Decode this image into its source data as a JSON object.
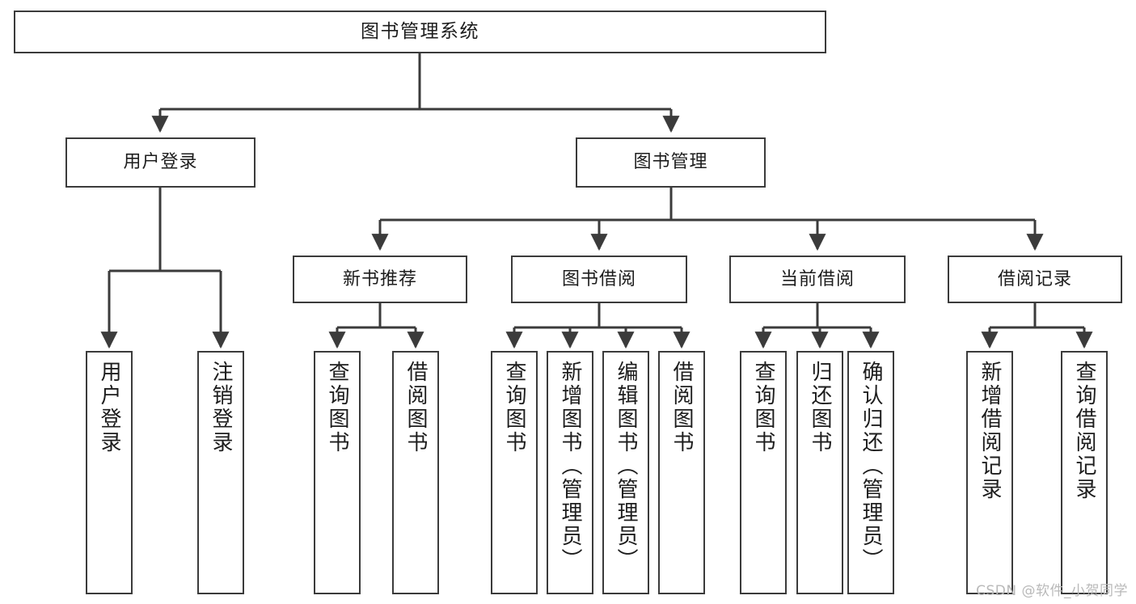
{
  "diagram": {
    "title": "图书管理系统",
    "type": "hierarchy-tree",
    "watermark": "CSDN @软件_小贺同学",
    "colors": {
      "background": "#ffffff",
      "box_border": "#3b3b3b",
      "box_fill": "#ffffff",
      "text": "#1d1d1d",
      "connector": "#3b3b3b",
      "watermark": "#b9b9b9"
    },
    "root": {
      "label": "图书管理系统"
    },
    "level2": [
      {
        "label": "用户登录"
      },
      {
        "label": "图书管理"
      }
    ],
    "level3": [
      {
        "label": "新书推荐"
      },
      {
        "label": "图书借阅"
      },
      {
        "label": "当前借阅"
      },
      {
        "label": "借阅记录"
      }
    ],
    "leaves": {
      "user_login": [
        {
          "label": "用户登录"
        },
        {
          "label": "注销登录"
        }
      ],
      "new_book_recommend": [
        {
          "label": "查询图书"
        },
        {
          "label": "借阅图书"
        }
      ],
      "book_borrow": [
        {
          "label": "查询图书"
        },
        {
          "label": "新增图书（管理员）"
        },
        {
          "label": "编辑图书（管理员）"
        },
        {
          "label": "借阅图书"
        }
      ],
      "current_borrow": [
        {
          "label": "查询图书"
        },
        {
          "label": "归还图书"
        },
        {
          "label": "确认归还（管理员）"
        }
      ],
      "borrow_record": [
        {
          "label": "新增借阅记录"
        },
        {
          "label": "查询借阅记录"
        }
      ]
    }
  }
}
